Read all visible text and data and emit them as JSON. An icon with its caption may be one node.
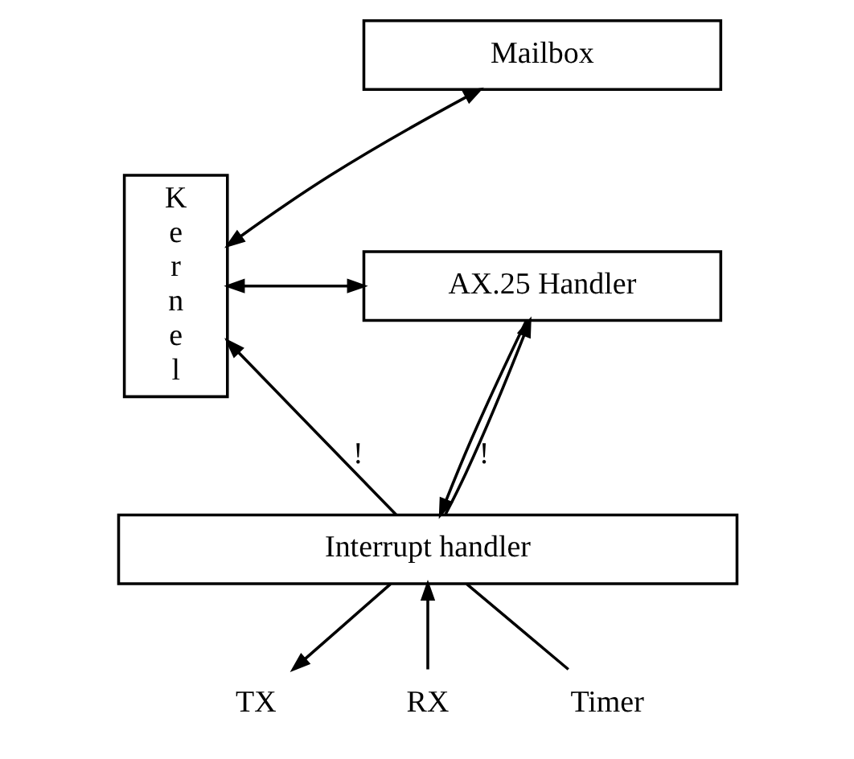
{
  "diagram": {
    "nodes": [
      {
        "text": [
          "Mailbox"
        ]
      },
      {
        "text": [
          "Kernel"
        ]
      },
      {
        "text": [
          "AX.25 Handler"
        ]
      },
      {
        "text": [
          "Interrupt handler"
        ]
      },
      {
        "text": [
          "TX"
        ]
      },
      {
        "text": [
          "RX"
        ]
      },
      {
        "text": [
          "Timer"
        ]
      }
    ],
    "edges": [
      {
        "from": 0,
        "to": 1,
        "arrow": "both"
      },
      {
        "from": 2,
        "to": 1,
        "arrow": "both"
      },
      {
        "from": 2,
        "to": 3,
        "arrow": "to"
      },
      {
        "from": 3,
        "to": 2,
        "arrow": "to",
        "label": "!"
      },
      {
        "from": 3,
        "to": 1,
        "arrow": "to",
        "label": "!"
      },
      {
        "from": 3,
        "to": 4,
        "arrow": "to"
      },
      {
        "from": 5,
        "to": 3,
        "arrow": "to"
      },
      {
        "from": 6,
        "to": 3,
        "arrow": "none"
      }
    ]
  }
}
